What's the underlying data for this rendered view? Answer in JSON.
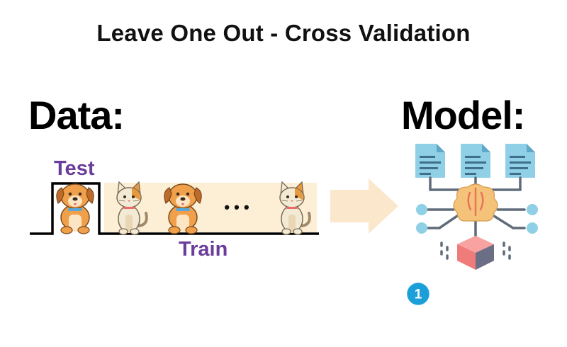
{
  "title": "Leave One Out - Cross Validation",
  "data_heading": "Data:",
  "model_heading": "Model:",
  "test_label": "Test",
  "train_label": "Train",
  "ellipsis": "• • •",
  "badge_number": "1",
  "icons": {
    "test_item": "dog-icon",
    "train_items": [
      "cat-icon",
      "dog-icon",
      "cat-icon"
    ],
    "arrow": "right-arrow-icon",
    "model": "brain-model-icon",
    "badge": "number-badge-icon"
  },
  "colors": {
    "label_purple": "#6a3d9a",
    "train_band": "#fdefd6",
    "arrow": "#fbe8cc",
    "document": "#8fd0e6",
    "brain": "#f5c27a",
    "cube": "#f07b7b",
    "circuit": "#5f6b7a",
    "node": "#8fd0e6",
    "badge": "#1a9fd8"
  }
}
